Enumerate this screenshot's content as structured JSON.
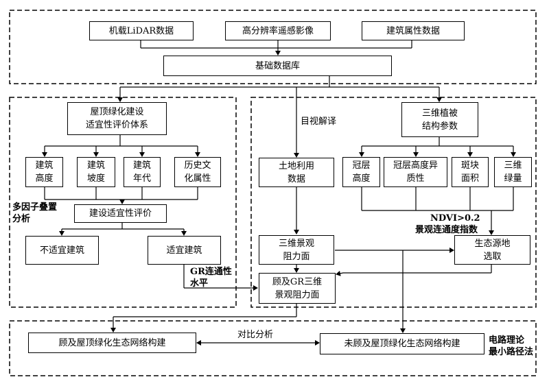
{
  "sources": {
    "lidar": "机载LiDAR数据",
    "remote_sensing": "高分辨率遥感影像",
    "building_attr": "建筑属性数据"
  },
  "database": "基础数据库",
  "left_panel": {
    "eval_system": "屋顶绿化建设\n适宜性评价体系",
    "factors": [
      "建筑\n高度",
      "建筑\n坡度",
      "建筑\n年代",
      "历史文\n化属性"
    ],
    "overlay_label": "多因子叠置\n分析",
    "suitability_eval": "建设适宜性评价",
    "unsuitable": "不适宜建筑",
    "suitable": "适宜建筑",
    "gr_label": "GR连通性\n水平"
  },
  "right_panel": {
    "visual_label": "目视解译",
    "veg_params": "三维植被\n结构参数",
    "land_use": "土地利用\n数据",
    "veg_factors": [
      "冠层\n高度",
      "冠层高度异\n质性",
      "斑块\n面积",
      "三维\n绿量"
    ],
    "ndvi_label": "NDVI>0.2",
    "connectivity_label": "景观连通度指数",
    "resistance_3d": "三维景观\n阻力面",
    "source_select": "生态源地\n选取",
    "gr_resistance": "顾及GR三维\n景观阻力面"
  },
  "bottom_panel": {
    "with_gr": "顾及屋顶绿化生态网络构建",
    "compare_label": "对比分析",
    "without_gr": "未顾及屋顶绿化生态网络构建",
    "method_label": "电路理论\n最小路径法"
  }
}
